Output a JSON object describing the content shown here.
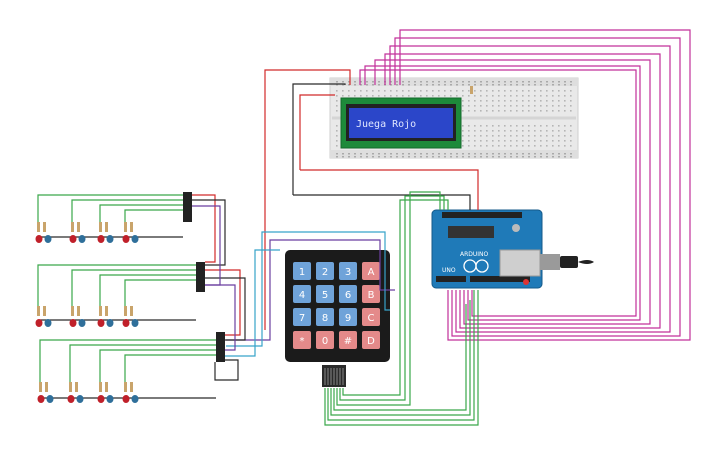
{
  "lcd": {
    "text": "Juega Rojo"
  },
  "keypad": {
    "rows": [
      [
        "1",
        "2",
        "3",
        "A"
      ],
      [
        "4",
        "5",
        "6",
        "B"
      ],
      [
        "7",
        "8",
        "9",
        "C"
      ],
      [
        "*",
        "0",
        "#",
        "D"
      ]
    ]
  },
  "arduino": {
    "brand": "UNO",
    "logo_text": "ARDUINO"
  },
  "colors": {
    "wire_red": "#d12a2a",
    "wire_black": "#2b2b2b",
    "wire_green": "#3aa84a",
    "wire_magenta": "#c2309a",
    "wire_purple": "#6b3fa0",
    "wire_cyan": "#37a3c9",
    "lcd_bg": "#2b46c9",
    "board_blue": "#1f7ab8",
    "key_blue": "#6fa3d9",
    "key_red": "#e48a8a"
  }
}
